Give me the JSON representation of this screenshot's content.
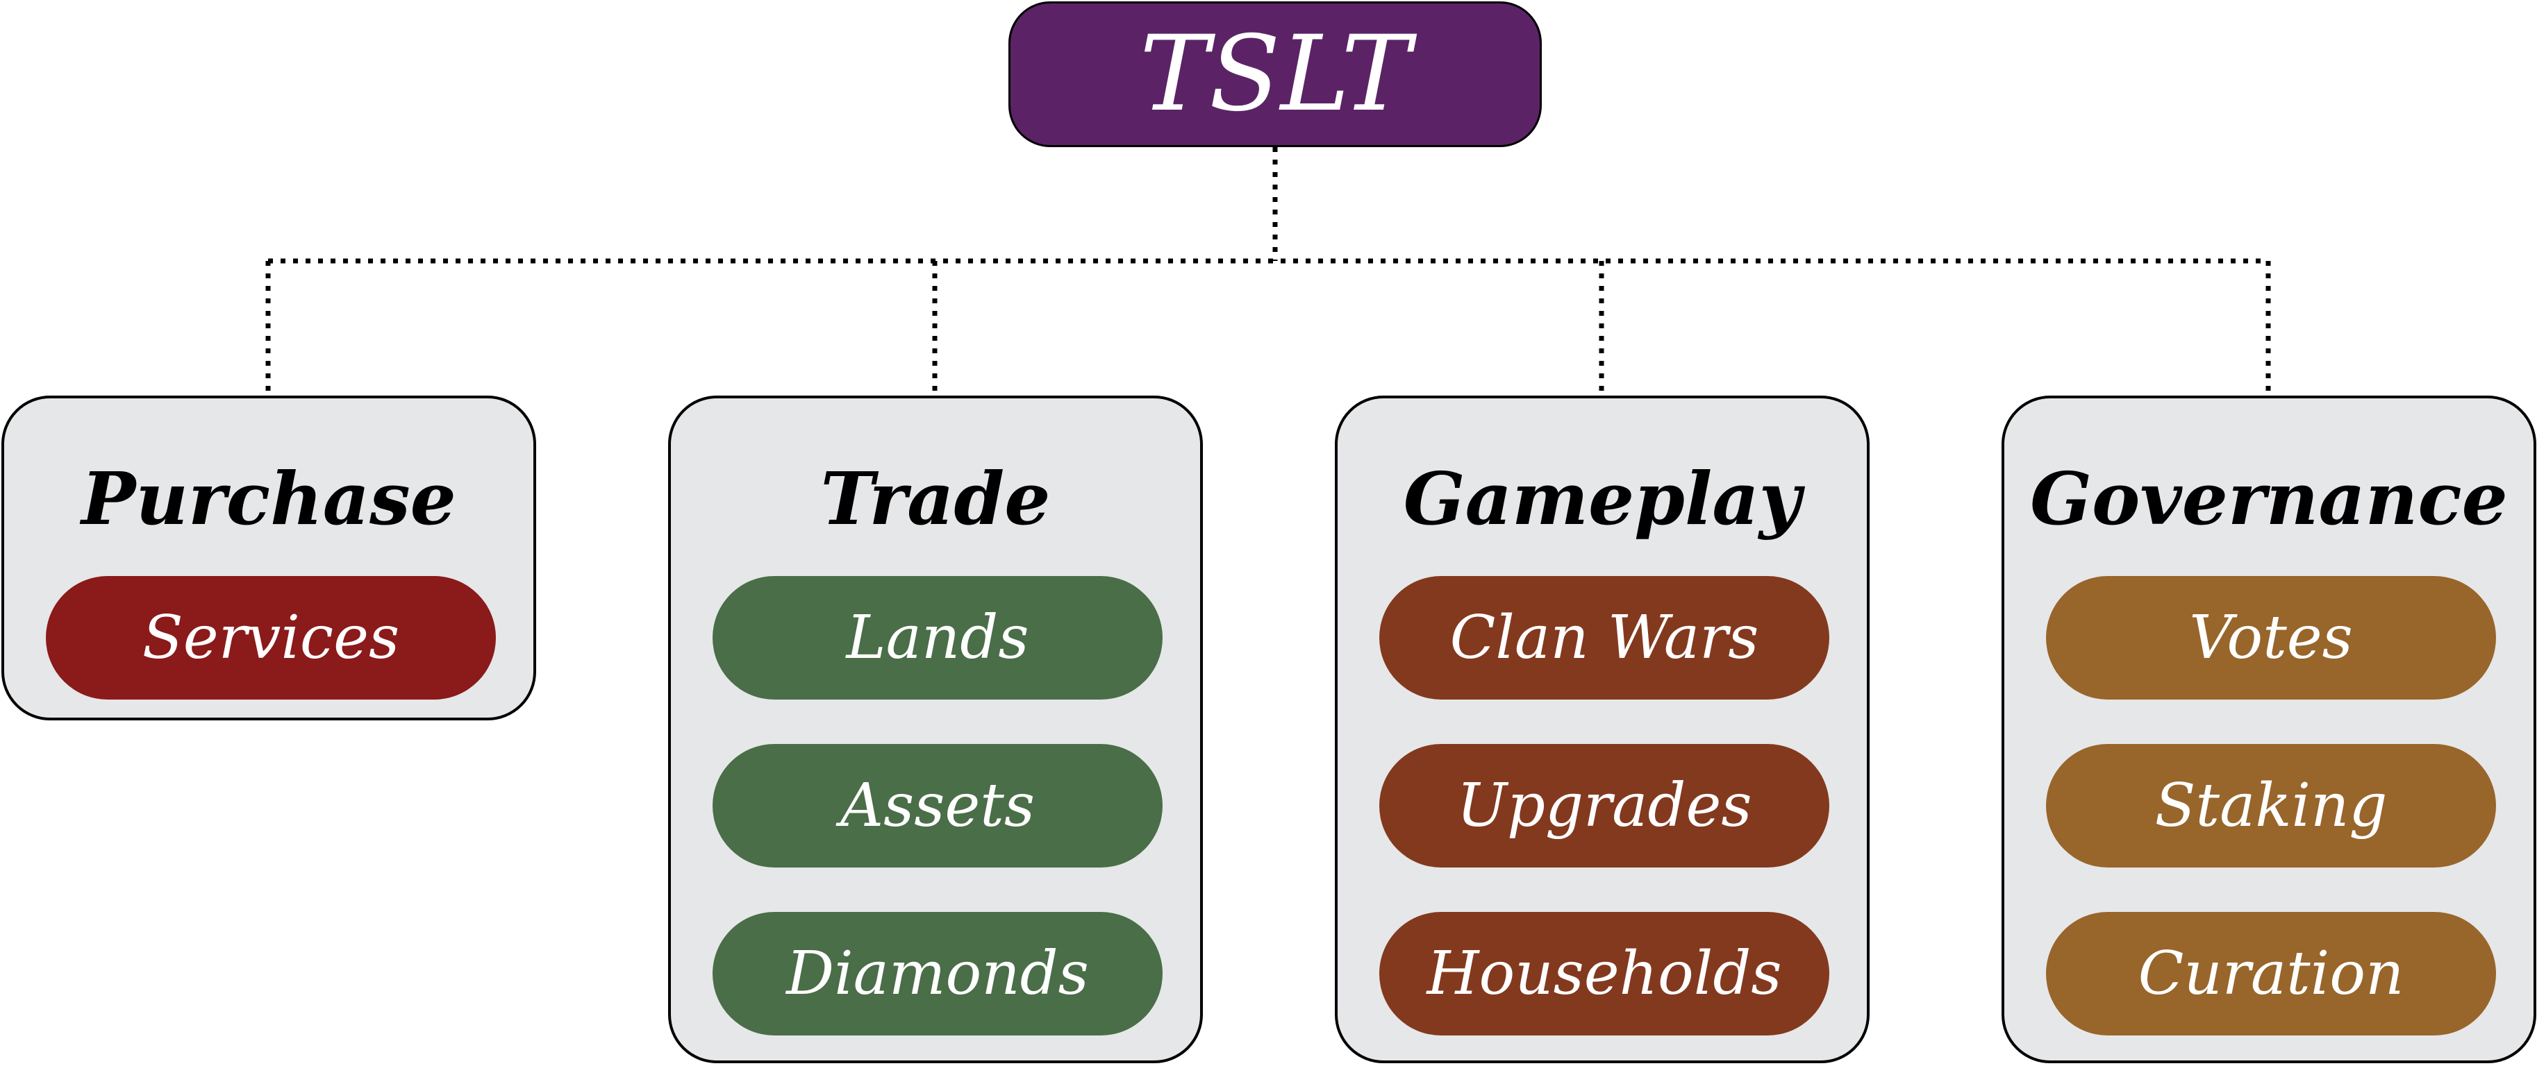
{
  "root": {
    "label": "TSLT",
    "color": "#5b2366"
  },
  "categories": [
    {
      "title": "Purchase",
      "pill_color": "#8b1a1a",
      "items": [
        "Services"
      ]
    },
    {
      "title": "Trade",
      "pill_color": "#4a6e48",
      "items": [
        "Lands",
        "Assets",
        "Diamonds"
      ]
    },
    {
      "title": "Gameplay",
      "pill_color": "#83391e",
      "items": [
        "Clan Wars",
        "Upgrades",
        "Households"
      ]
    },
    {
      "title": "Governance",
      "pill_color": "#98652a",
      "items": [
        "Votes",
        "Staking",
        "Curation"
      ]
    }
  ],
  "connector_style": "dotted"
}
